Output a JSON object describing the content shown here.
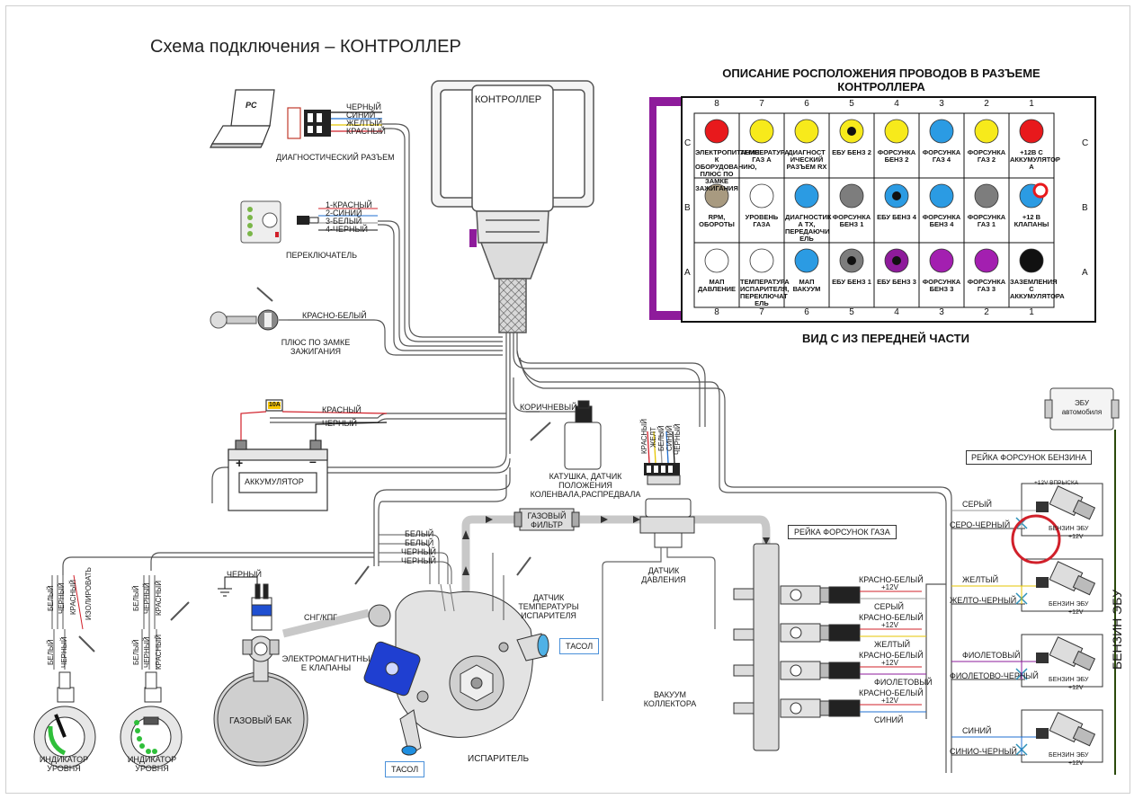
{
  "title": "Схема подключения – КОНТРОЛЛЕР",
  "controller_label": "КОНТРОЛЛЕР",
  "table": {
    "heading": "ОПИСАНИЕ РОСПОЛОЖЕНИЯ  ПРОВОДОВ В РАЗЪЕМЕ КОНТРОЛЛЕРА",
    "footer": "ВИД С ИЗ ПЕРЕДНЕЙ ЧАСТИ",
    "columns": [
      "8",
      "7",
      "6",
      "5",
      "4",
      "3",
      "2",
      "1"
    ],
    "rows": [
      "C",
      "B",
      "A"
    ],
    "cells": [
      [
        {
          "label": "ЭЛЕКТРОПИТАНИЕ К ОБОРУДОВАНИЮ, ПЛЮС ПО ЗАМКЕ ЗАЖИГАНИЯ",
          "fill": "#e8191c",
          "dot": ""
        },
        {
          "label": "ТЕМПЕРАТУРА ГАЗ А",
          "fill": "#f7ea1b",
          "dot": ""
        },
        {
          "label": "ДИАГНОСТ ИЧЕСКИЙ РАЗЪЕМ RX",
          "fill": "#f7ea1b",
          "dot": ""
        },
        {
          "label": "ЕБУ БЕНЗ 2",
          "fill": "#f7ea1b",
          "dot": "#111111"
        },
        {
          "label": "ФОРСУНКА БЕНЗ 2",
          "fill": "#f7ea1b",
          "dot": ""
        },
        {
          "label": "ФОРСУНКА ГАЗ 4",
          "fill": "#2b9be3",
          "dot": ""
        },
        {
          "label": "ФОРСУНКА ГАЗ 2",
          "fill": "#f7ea1b",
          "dot": ""
        },
        {
          "label": "+12В С АККУМУЛЯТОР А",
          "fill": "#e8191c",
          "dot": ""
        }
      ],
      [
        {
          "label": "RPM, ОБОРОТЫ",
          "fill": "#a89a80",
          "dot": ""
        },
        {
          "label": "УРОВЕНЬ ГАЗА",
          "fill": "#ffffff",
          "dot": ""
        },
        {
          "label": "ДИАГНОСТИК А TX, ПЕРЕДАЮЧИ ЕЛЬ",
          "fill": "#2b9be3",
          "dot": ""
        },
        {
          "label": "ФОРСУНКА БЕНЗ 1",
          "fill": "#7d7d7d",
          "dot": ""
        },
        {
          "label": "ЕБУ БЕНЗ 4",
          "fill": "#2b9be3",
          "dot": "#111111"
        },
        {
          "label": "ФОРСУНКА БЕНЗ 4",
          "fill": "#2b9be3",
          "dot": ""
        },
        {
          "label": "ФОРСУНКА ГАЗ 1",
          "fill": "#7d7d7d",
          "dot": ""
        },
        {
          "label": "+12 В КЛАПАНЫ",
          "fill": "#2b9be3",
          "dot": "#e8191c"
        }
      ],
      [
        {
          "label": "МАП ДАВЛЕНИЕ",
          "fill": "#ffffff",
          "dot": ""
        },
        {
          "label": "ТЕМПЕРАТУРА ИСПАРИТЕЛЯ, ПЕРЕКЛЮЧАТ ЕЛЬ",
          "fill": "#ffffff",
          "dot": ""
        },
        {
          "label": "МАП ВАКУУМ",
          "fill": "#2b9be3",
          "dot": ""
        },
        {
          "label": "ЕБУ БЕНЗ 1",
          "fill": "#7d7d7d",
          "dot": "#111111"
        },
        {
          "label": "ЕБУ БЕНЗ 3",
          "fill": "#8e1b9b",
          "dot": "#111111"
        },
        {
          "label": "ФОРСУНКА БЕНЗ 3",
          "fill": "#a31fb0",
          "dot": ""
        },
        {
          "label": "ФОРСУНКА ГАЗ 3",
          "fill": "#a31fb0",
          "dot": ""
        },
        {
          "label": "ЗАЗЕМЛЕНИЯ С АККУМУЛЯТОРА",
          "fill": "#111111",
          "dot": ""
        }
      ]
    ]
  },
  "diag": {
    "pc_label": "PC",
    "connector_label": "ДИАГНОСТИЧЕСКИЙ РАЗЪЕМ",
    "wires": [
      "ЧЕРНЫЙ",
      "СИНИЙ",
      "ЖЕЛТЫЙ",
      "КРАСНЫЙ"
    ]
  },
  "switch": {
    "label": "ПЕРЕКЛЮЧАТЕЛЬ",
    "wires": [
      "1-КРАСНЫЙ",
      "2-СИНИЙ",
      "3-БЕЛЫЙ",
      "4-ЧЕРНЫЙ"
    ]
  },
  "ignition": {
    "wire": "КРАСНО-БЕЛЫЙ",
    "label": "ПЛЮС ПО ЗАМКЕ ЗАЖИГАНИЯ"
  },
  "battery": {
    "fuse": "10A",
    "wires": [
      "КРАСНЫЙ",
      "ЧЕРНЫЙ"
    ],
    "label": "АККУМУЛЯТОР",
    "plus": "+",
    "minus": "–"
  },
  "coil": {
    "wire": "КОРИЧНЕВЫЙ",
    "label": "КАТУШКА, ДАТЧИК ПОЛОЖЕНИЯ КОЛЕНВАЛА,РАСПРЕДВАЛА"
  },
  "connector_wires": [
    "КРАСНЫЙ",
    "ЖЕЛТ",
    "БЕЛЫЙ",
    "СИНИЙ",
    "ЧЕРНЫЙ"
  ],
  "level_left": {
    "wires": [
      "БЕЛЫЙ",
      "ЧЕРНЫЙ",
      "КРАСНЫЙ",
      "ИЗОЛИРОВАТЬ"
    ],
    "bottom_wires": [
      "БЕЛЫЙ",
      "ЧЕРНЫЙ"
    ],
    "label": "ИНДИКАТОР УРОВНЯ"
  },
  "level_right": {
    "wires": [
      "БЕЛЫЙ",
      "ЧЕРНЫЙ",
      "КРАСНЫЙ"
    ],
    "bottom_wires": [
      "БЕЛЫЙ",
      "ЧЕРНЫЙ",
      "КРАСНЫЙ"
    ],
    "label": "ИНДИКАТОР УРОВНЯ"
  },
  "tank": {
    "ground_wire": "ЧЕРНЫЙ",
    "gas_line": "СНГ/КПГ",
    "valves_label": "ЭЛЕКТРОМАГНИТНЫ Е КЛАПАНЫ",
    "tank_label": "ГАЗОВЫЙ БАК"
  },
  "evaporator": {
    "wires": [
      "БЕЛЫЙ",
      "БЕЛЫЙ",
      "ЧЕРНЫЙ",
      "ЧЕРНЫЙ"
    ],
    "temp_sensor": "ДАТЧИК ТЕМПЕРАТУРЫ ИСПАРИТЕЛЯ",
    "tasol1": "ТАСОЛ",
    "tasol2": "ТАСОЛ",
    "label": "ИСПАРИТЕЛЬ"
  },
  "filter_label": "ГАЗОВЫЙ ФИЛЬТР",
  "pressure_label": "ДАТЧИК ДАВЛЕНИЯ",
  "vacuum_label": "ВАКУУМ КОЛЛЕКТОРА",
  "gas_rail": {
    "title": "РЕЙКА ФОРСУНОК ГАЗА",
    "wires": [
      {
        "top": "КРАСНО-БЕЛЫЙ",
        "plus": "+12V",
        "bottom": "СЕРЫЙ"
      },
      {
        "top": "КРАСНО-БЕЛЫЙ",
        "plus": "+12V",
        "bottom": "ЖЕЛТЫЙ"
      },
      {
        "top": "КРАСНО-БЕЛЫЙ",
        "plus": "+12V",
        "bottom": "ФИОЛЕТОВЫЙ"
      },
      {
        "top": "КРАСНО-БЕЛЫЙ",
        "plus": "+12V",
        "bottom": "СИНИЙ"
      }
    ]
  },
  "ecu": {
    "label": "ЭБУ автомобиля",
    "rail_title": "РЕЙКА ФОРСУНОК БЕНЗИНА",
    "vertical": "БЕНЗИН ЭБУ",
    "top_note": "+12V ВПРЫСКА",
    "groups": [
      {
        "a": "СЕРЫЙ",
        "b": "СЕРО-ЧЕРНЫЙ",
        "bottom": "БЕНЗИН ЭБУ",
        "plus": "+12V"
      },
      {
        "a": "ЖЕЛТЫЙ",
        "b": "ЖЕЛТО-ЧЕРНЫЙ",
        "bottom": "БЕНЗИН ЭБУ",
        "plus": "+12V"
      },
      {
        "a": "ФИОЛЕТОВЫЙ",
        "b": "ФИОЛЕТОВО-ЧЕРНЫЙ",
        "bottom": "БЕНЗИН ЭБУ",
        "plus": "+12V"
      },
      {
        "a": "СИНИЙ",
        "b": "СИНИО-ЧЕРНЫЙ",
        "bottom": "БЕНЗИН ЭБУ",
        "plus": "+12V"
      }
    ]
  }
}
